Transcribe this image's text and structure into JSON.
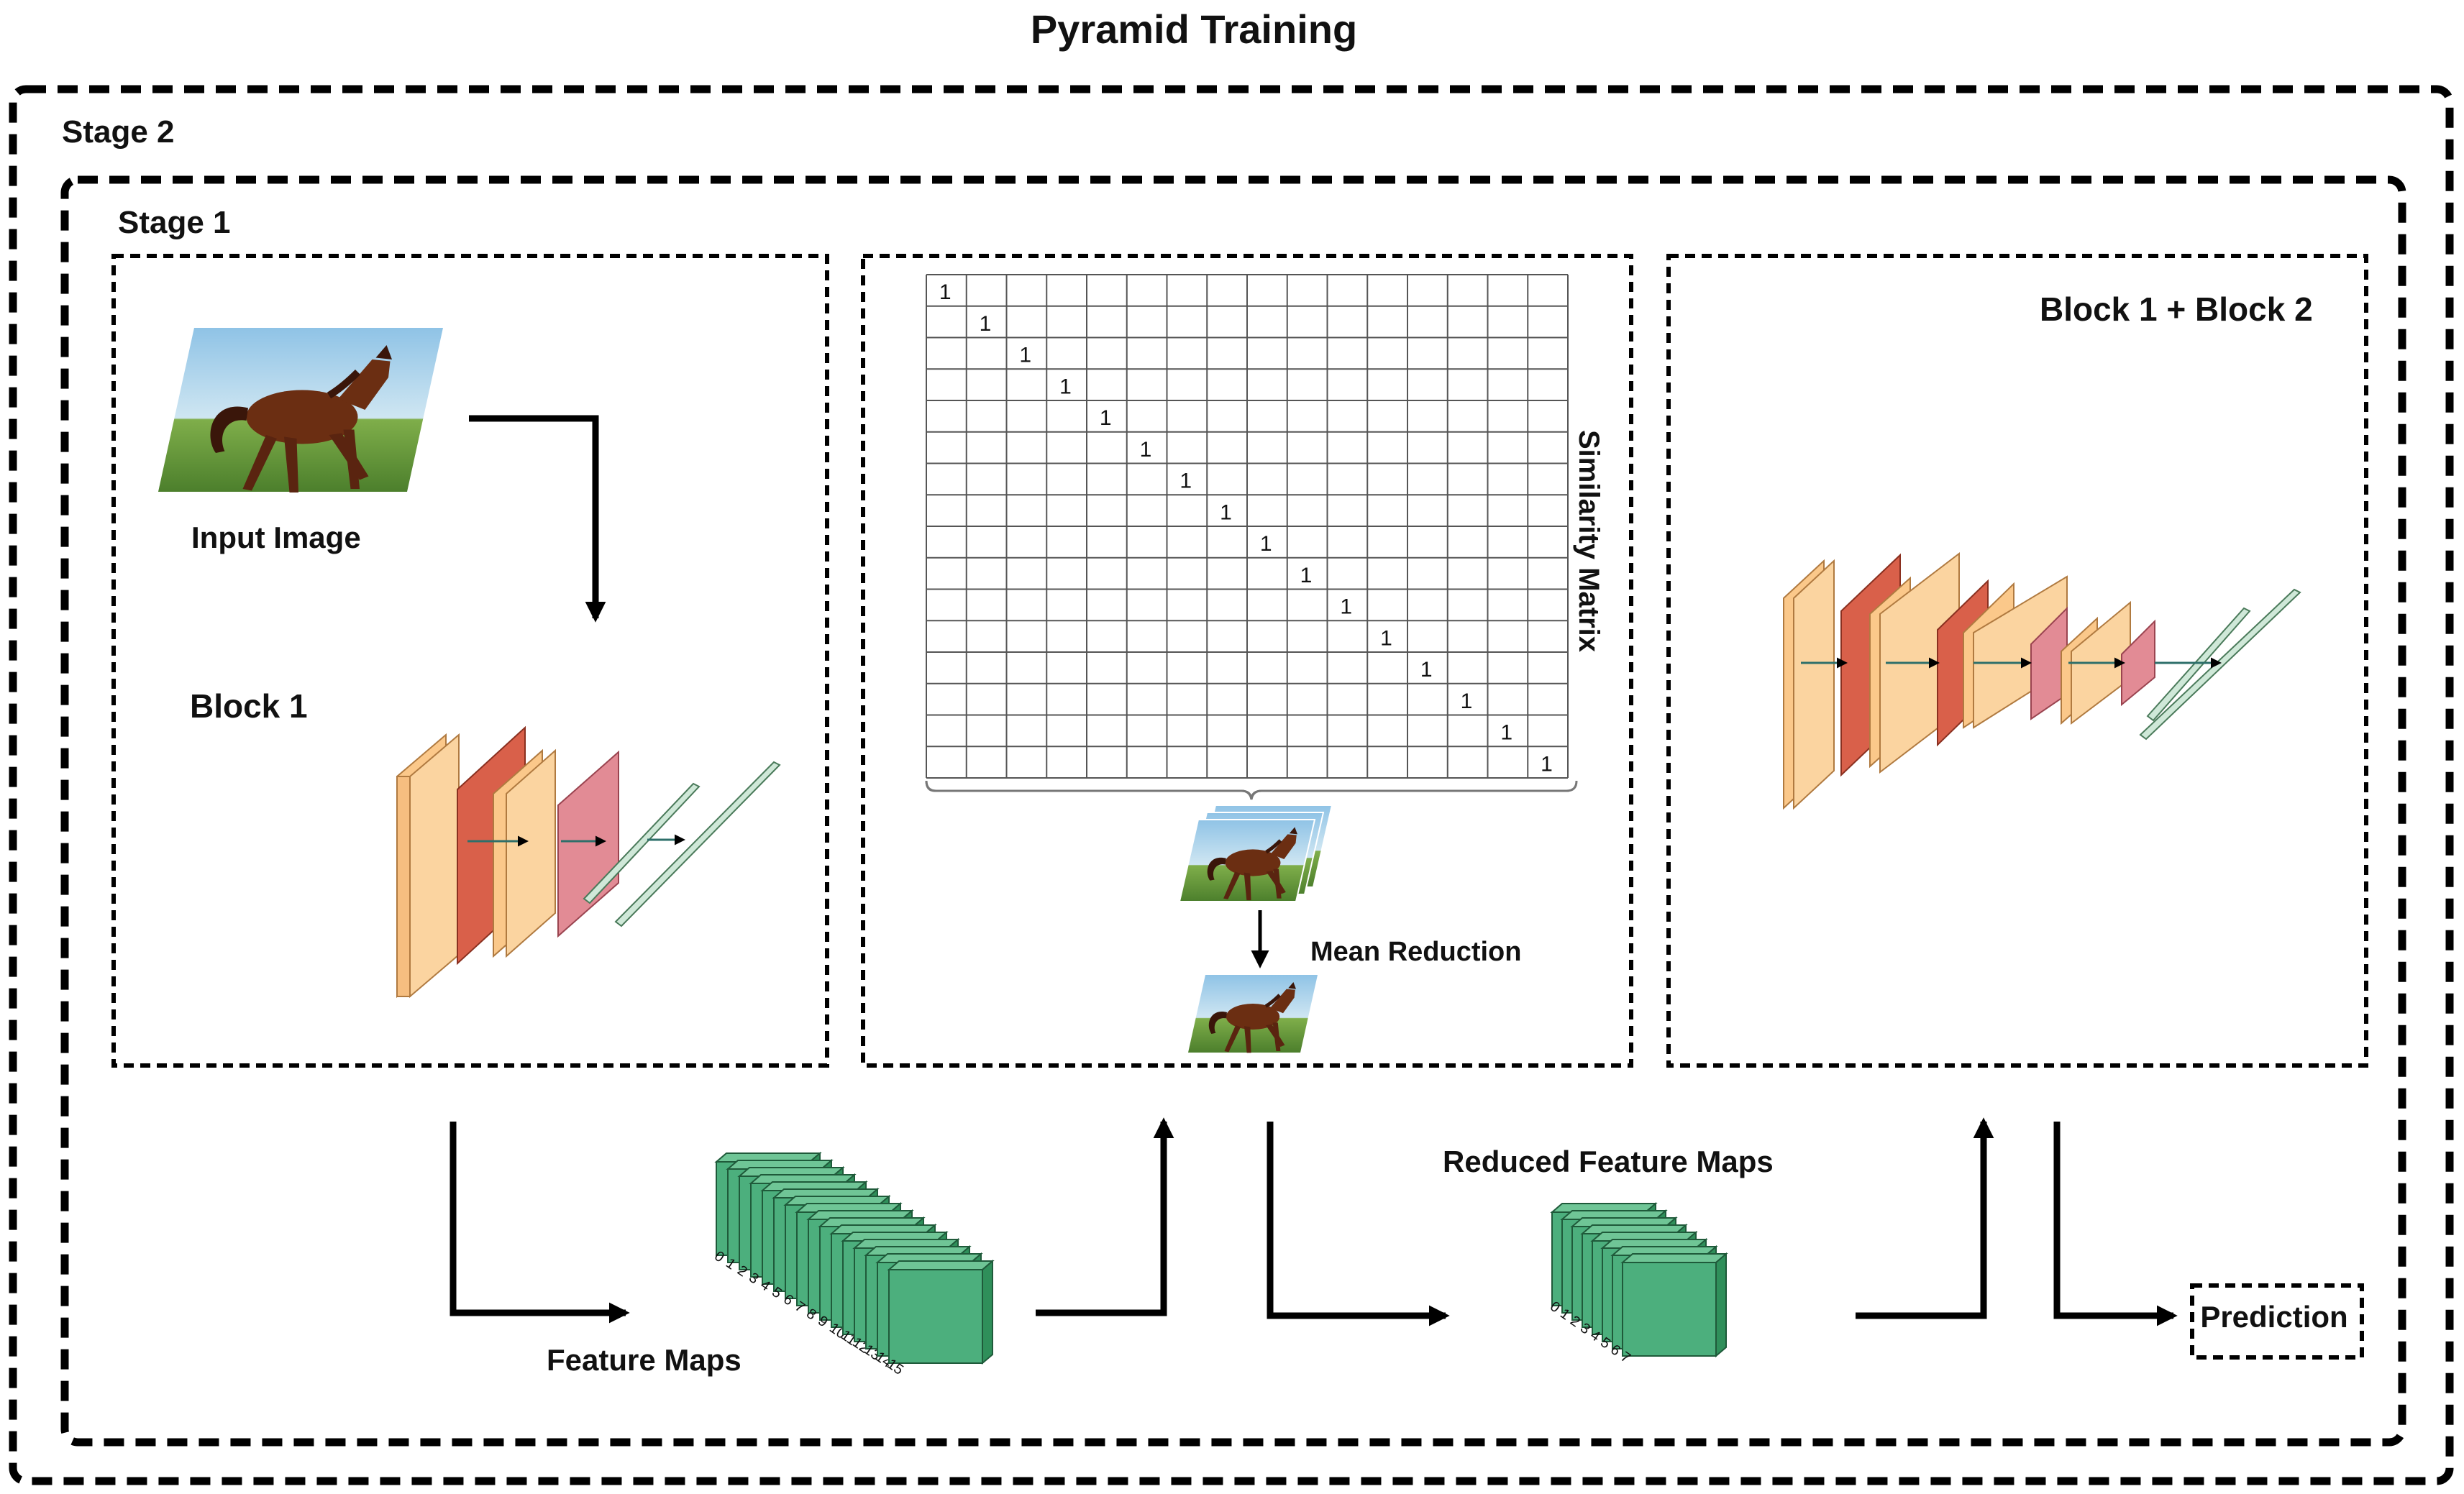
{
  "title": "Pyramid Training",
  "stage2": {
    "label": "Stage 2"
  },
  "stage1": {
    "label": "Stage 1"
  },
  "panel_left": {
    "input_label": "Input Image",
    "block_label": "Block 1"
  },
  "panel_middle": {
    "matrix_label": "Similarity Matrix",
    "diag_value": "1",
    "reduce_label": "Mean Reduction"
  },
  "panel_right": {
    "block_label": "Block 1 + Block 2"
  },
  "bottom": {
    "feature_maps_label": "Feature Maps",
    "feature_map_indices": [
      "0",
      "1",
      "2",
      "3",
      "4",
      "5",
      "6",
      "7",
      "8",
      "9",
      "10",
      "11",
      "12",
      "13",
      "14",
      "15"
    ],
    "reduced_label": "Reduced Feature Maps",
    "reduced_map_indices": [
      "0",
      "1",
      "2",
      "3",
      "4",
      "5",
      "6",
      "7"
    ],
    "prediction_label": "Prediction"
  },
  "colors": {
    "conv_light": "#fbc88a",
    "conv_mid": "#f4a86a",
    "pool_red": "#d9604a",
    "pool_pink": "#e28b95",
    "fc_green": "#cfe8d8",
    "feature_green": "#4caf7d"
  },
  "icons": {
    "input_image": "horse-photo-icon",
    "stack": "horse-stack-icon",
    "reduced": "horse-reduced-icon"
  }
}
